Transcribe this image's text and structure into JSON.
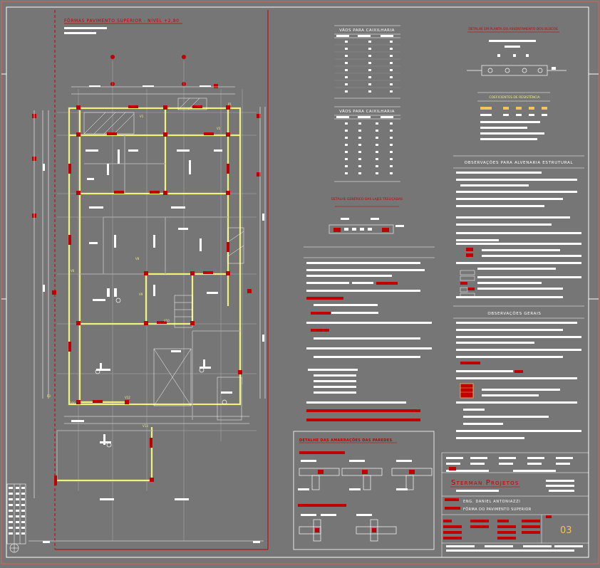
{
  "sheet": {
    "plan_title": "FÔRMAS PAVIMENTO SUPERIOR - NÍVEL +2,80",
    "sheet_number": "03"
  },
  "tables": {
    "openings_1": {
      "title": "VÃOS PARA CAIXILHARIA"
    },
    "openings_2": {
      "title": "VÃOS PARA CAIXILHARIA"
    },
    "detail_blocks_title": "DETALHE EM PLANTA DO ASSENTAMENTO DOS BLOCOS",
    "resistance_title": "COEFICIENTES DE RESISTÊNCIA"
  },
  "notes": {
    "masonry_title": "OBSERVAÇÕES PARA ALVENARIA ESTRUTURAL",
    "slabs_title": "OBSERVAÇÕES PARA LAJES",
    "general_title": "OBSERVAÇÕES GERAIS",
    "slab_detail_title": "DETALHE GENÉRICO DAS LAJES TRELIÇADAS",
    "wall_junctions_title": "DETALHE DAS AMARRAÇÕES DAS PAREDES"
  },
  "title_block": {
    "company": "Sterman Projetos",
    "engineer": "ENG. DANIEL ANTONIAZZI",
    "drawing": "FÔRMA DO PAVIMENTO SUPERIOR"
  },
  "colors": {
    "background": "#767676",
    "line_white": "#ffffff",
    "accent_red": "#c00000",
    "wall_yellow": "#f2f27a",
    "frame_orange": "#e06050"
  }
}
